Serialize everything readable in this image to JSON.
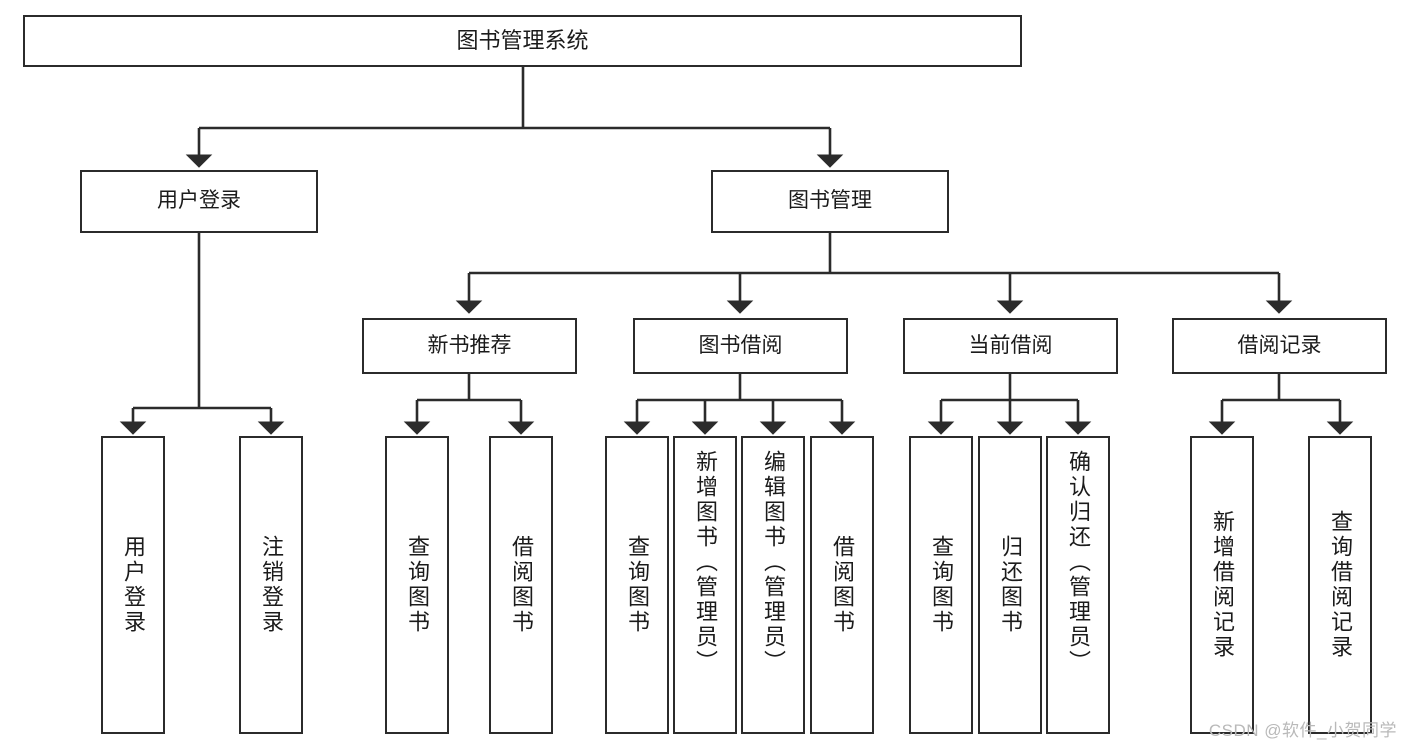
{
  "diagram": {
    "title": "图书管理系统",
    "watermark": "CSDN @软件_小贺同学",
    "line_color": "#2b2b2b",
    "box_fill": "#ffffff",
    "text_color": "#1b1b1b",
    "root": {
      "label": "图书管理系统"
    },
    "level2": [
      {
        "label": "用户登录"
      },
      {
        "label": "图书管理"
      }
    ],
    "level3": [
      {
        "label": "新书推荐"
      },
      {
        "label": "图书借阅"
      },
      {
        "label": "当前借阅"
      },
      {
        "label": "借阅记录"
      }
    ],
    "leaves": {
      "user_login": [
        {
          "label": "用户登录"
        },
        {
          "label": "注销登录"
        }
      ],
      "new_books": [
        {
          "label": "查询图书"
        },
        {
          "label": "借阅图书"
        }
      ],
      "book_borrow": [
        {
          "label": "查询图书"
        },
        {
          "label": "新增图书（管理员）"
        },
        {
          "label": "编辑图书（管理员）"
        },
        {
          "label": "借阅图书"
        }
      ],
      "current_borrow": [
        {
          "label": "查询图书"
        },
        {
          "label": "归还图书"
        },
        {
          "label": "确认归还（管理员）"
        }
      ],
      "borrow_records": [
        {
          "label": "新增借阅记录"
        },
        {
          "label": "查询借阅记录"
        }
      ]
    }
  }
}
